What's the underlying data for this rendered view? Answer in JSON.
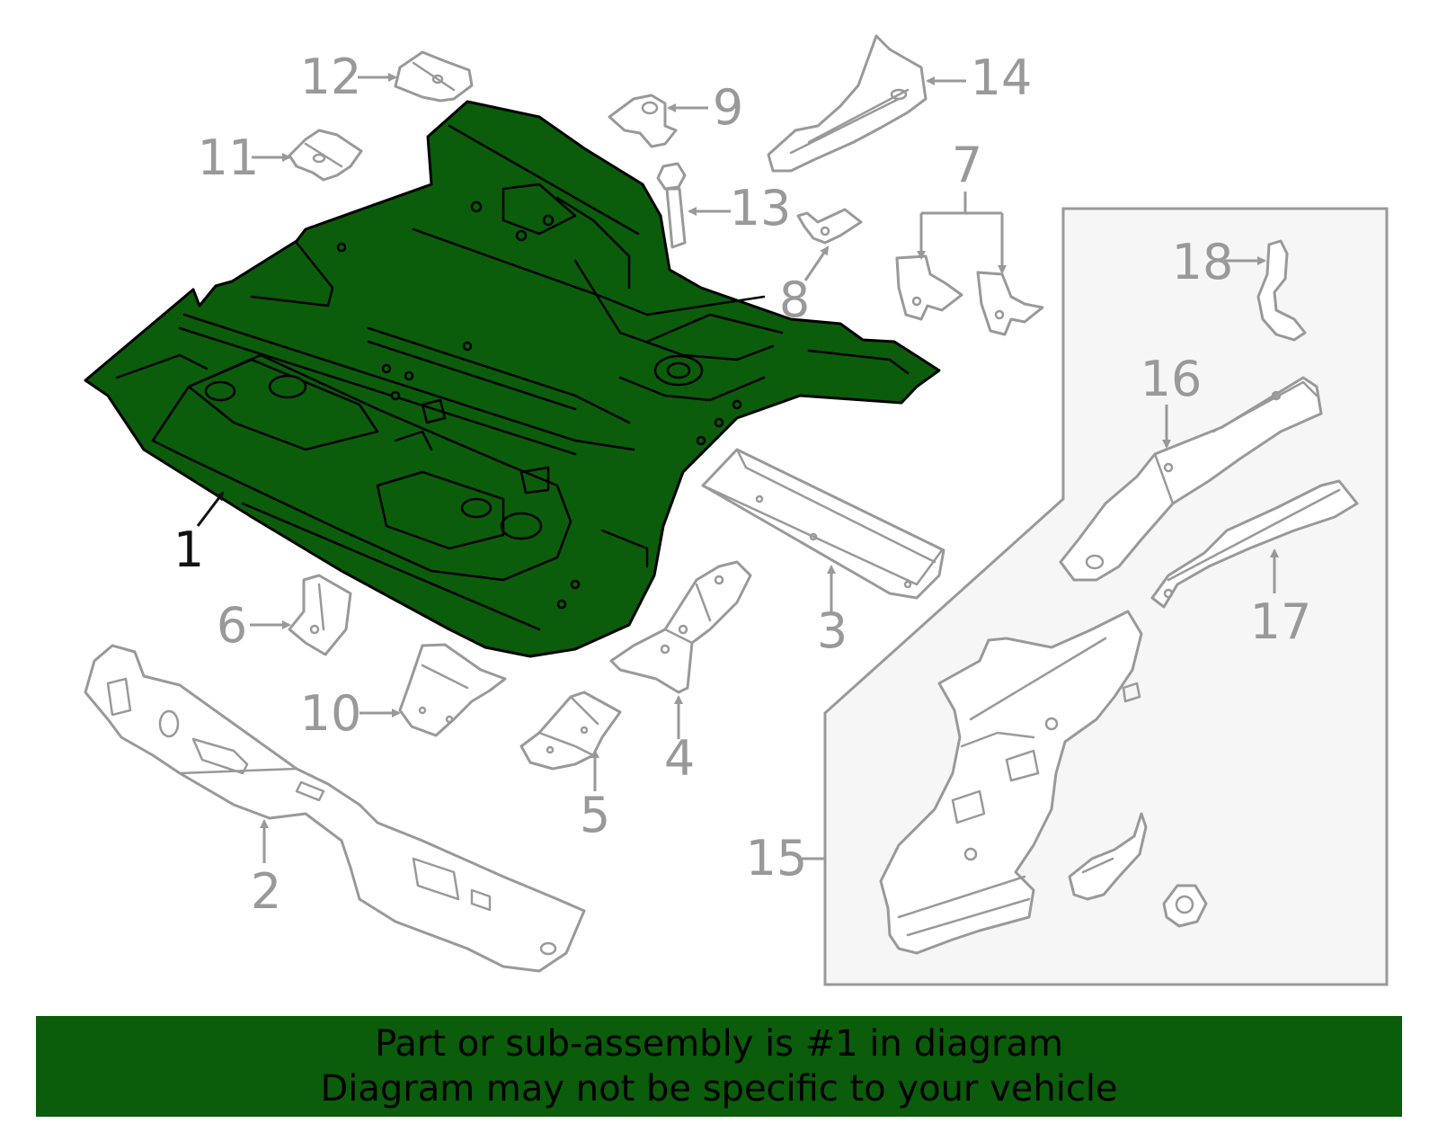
{
  "diagram": {
    "highlighted_part": "1",
    "highlight_color": "#0b5c0b",
    "line_color": "#999999",
    "callouts": [
      "1",
      "2",
      "3",
      "4",
      "5",
      "6",
      "7",
      "8",
      "9",
      "10",
      "11",
      "12",
      "13",
      "14",
      "15",
      "16",
      "17",
      "18"
    ]
  },
  "banner": {
    "line1": "Part or sub-assembly is #1 in diagram",
    "line2": "Diagram may not be specific to your vehicle",
    "background": "#0b5c0b"
  }
}
